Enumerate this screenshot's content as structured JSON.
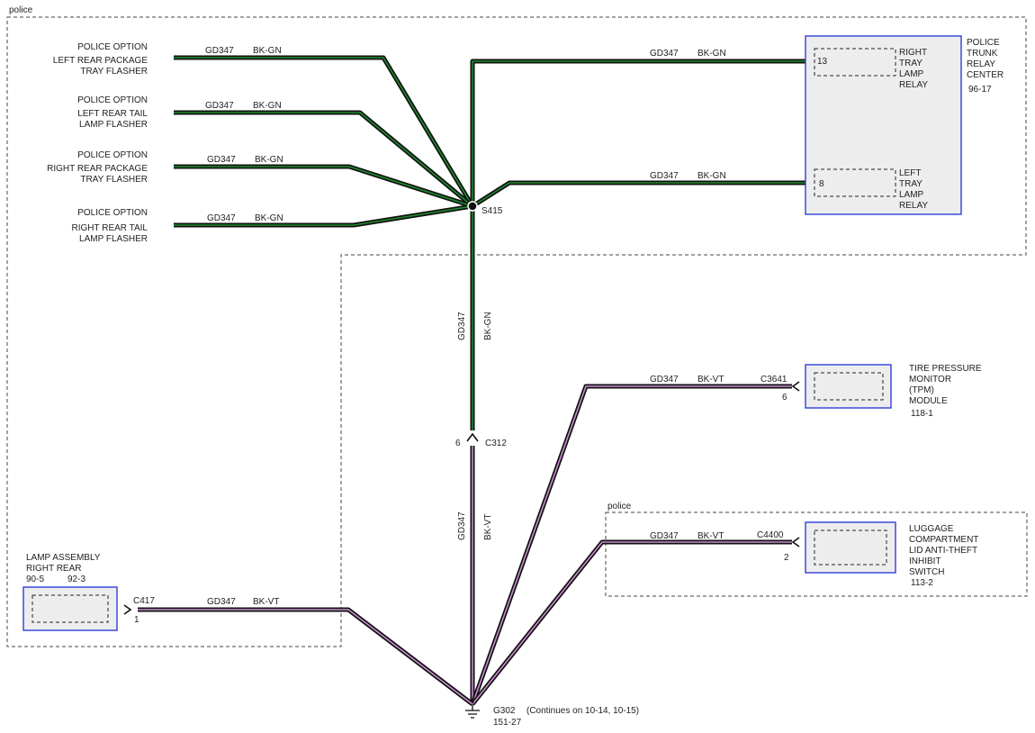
{
  "colors": {
    "wire_green": "#1f8a2e",
    "wire_violet": "#c98cd0",
    "component_border": "#2f3fd8"
  },
  "regions": {
    "top_label": "police",
    "bottom_label": "police"
  },
  "left_flashers": [
    {
      "line1": "POLICE OPTION",
      "line2": "LEFT REAR PACKAGE",
      "line3": "TRAY FLASHER",
      "circuit": "GD347",
      "color": "BK-GN"
    },
    {
      "line1": "POLICE OPTION",
      "line2": "LEFT REAR TAIL",
      "line3": "LAMP FLASHER",
      "circuit": "GD347",
      "color": "BK-GN"
    },
    {
      "line1": "POLICE OPTION",
      "line2": "RIGHT REAR PACKAGE",
      "line3": "TRAY FLASHER",
      "circuit": "GD347",
      "color": "BK-GN"
    },
    {
      "line1": "POLICE OPTION",
      "line2": "RIGHT REAR TAIL",
      "line3": "LAMP FLASHER",
      "circuit": "GD347",
      "color": "BK-GN"
    }
  ],
  "relay_center": {
    "title": [
      "POLICE",
      "TRUNK",
      "RELAY",
      "CENTER"
    ],
    "ref": "96-17",
    "right_relay": {
      "pin": "13",
      "label": [
        "RIGHT",
        "TRAY",
        "LAMP",
        "RELAY"
      ],
      "circuit": "GD347",
      "color": "BK-GN"
    },
    "left_relay": {
      "pin": "8",
      "label": [
        "LEFT",
        "TRAY",
        "LAMP",
        "RELAY"
      ],
      "circuit": "GD347",
      "color": "BK-GN"
    }
  },
  "splice": {
    "id": "S415"
  },
  "vertical_upper": {
    "circuit": "GD347",
    "color": "BK-GN"
  },
  "vertical_lower": {
    "circuit": "GD347",
    "color": "BK-VT"
  },
  "connector_c312": {
    "id": "C312",
    "pin": "6"
  },
  "tpm": {
    "connector": "C3641",
    "pin": "6",
    "label": [
      "TIRE PRESSURE",
      "MONITOR",
      "(TPM)",
      "MODULE"
    ],
    "ref": "118-1",
    "circuit": "GD347",
    "color": "BK-VT"
  },
  "luggage": {
    "connector": "C4400",
    "pin": "2",
    "label": [
      "LUGGAGE",
      "COMPARTMENT",
      "LID ANTI-THEFT",
      "INHIBIT",
      "SWITCH"
    ],
    "ref": "113-2",
    "circuit": "GD347",
    "color": "BK-VT"
  },
  "lamp_assembly": {
    "label": [
      "LAMP ASSEMBLY",
      "RIGHT REAR"
    ],
    "refs": [
      "90-5",
      "92-3"
    ],
    "connector": "C417",
    "pin": "1",
    "circuit": "GD347",
    "color": "BK-VT"
  },
  "ground": {
    "id": "G302",
    "note": "(Continues on 10-14, 10-15)",
    "ref": "151-27"
  }
}
